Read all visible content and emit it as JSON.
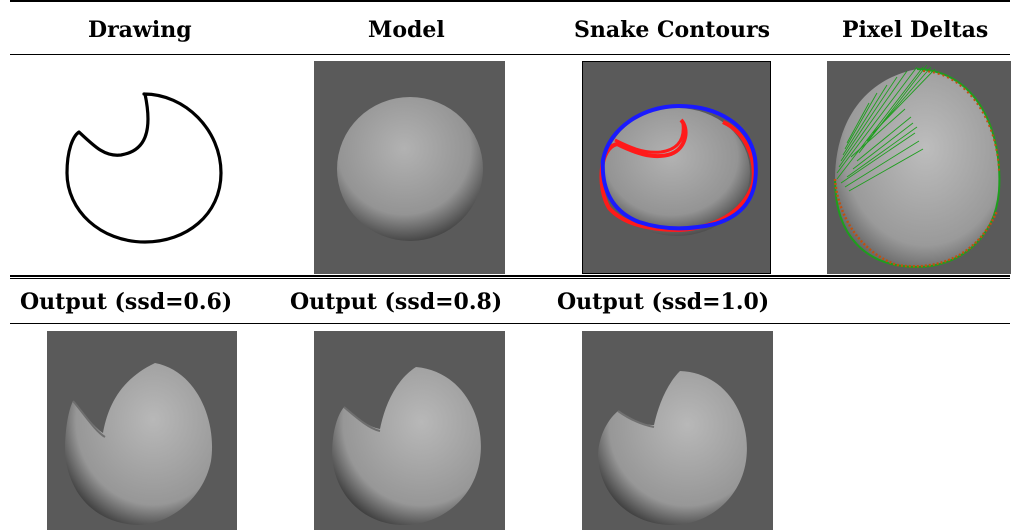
{
  "table": {
    "headers": {
      "drawing": "Drawing",
      "model": "Model",
      "snake": "Snake Contours",
      "deltas": "Pixel Deltas"
    },
    "outputs": [
      {
        "label": "Output (ssd=0.6)"
      },
      {
        "label": "Output (ssd=0.8)"
      },
      {
        "label": "Output (ssd=1.0)"
      }
    ]
  },
  "colors": {
    "panel_bg": "#5a5a5a",
    "contour_blue": "#1a1aff",
    "contour_red": "#ff1a1a",
    "delta_green": "#1e9e1e",
    "delta_orange": "#c05010"
  }
}
